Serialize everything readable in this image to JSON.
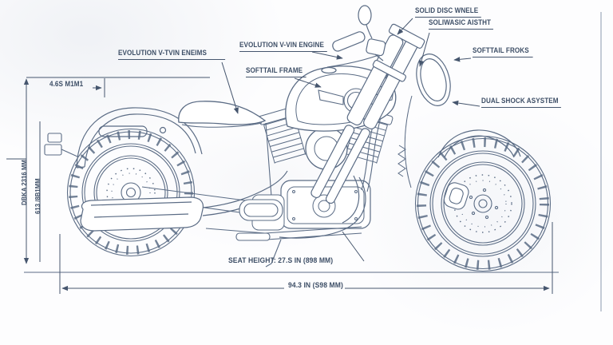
{
  "colors": {
    "drawing_line": "#5b6c85",
    "dimension_line": "#46566e",
    "label_text": "#3d4e66",
    "background": "#fdfdfe"
  },
  "callouts": {
    "engine_left": "EVOLUTION V-TVIN ENEIMS",
    "engine_top": "EVOLUTION V-VIN ENGINE",
    "frame": "SOFTTAIL FRAME",
    "front_wheel": "SOLID DISC WNELE",
    "front_suspension": "SOLIWASIC AISTHT",
    "forks": "SOFTTAIL FROKS",
    "shock_system": "DUAL SHOCK ASYSTEM"
  },
  "dimensions": {
    "top_left_width": "4.6S M1M1",
    "left_height_outer": "DBKA 2316 MM",
    "left_height_inner": "613 /8B1MM",
    "seat_height": "SEAT HEIGHT:   27.S IN (898 MM)",
    "overall_length": "94.3 IN (S98 MM)"
  }
}
